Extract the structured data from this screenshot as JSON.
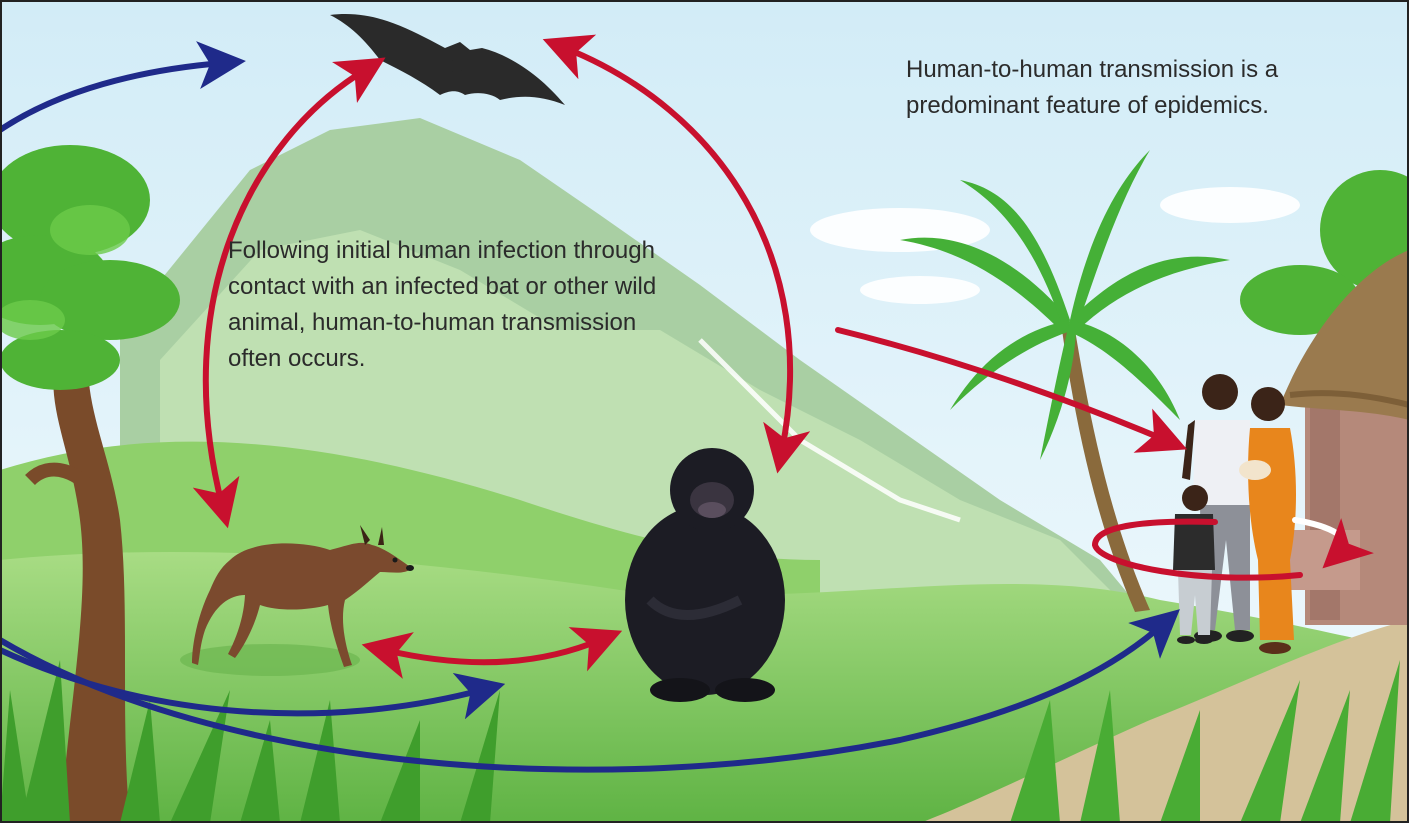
{
  "captions": {
    "initial_infection": [
      "Following initial human infection through",
      "contact with an infected bat or other wild",
      "animal, human-to-human transmission",
      "often occurs."
    ],
    "human_to_human": [
      "Human-to-human transmission is a",
      "predominant feature of epidemics."
    ]
  },
  "colors": {
    "animal_transmission_arrow": "#c8102e",
    "human_transmission_arrow": "#1f2a8a",
    "sky": "#e3f3fa",
    "ground": "#7cc65a"
  },
  "icons": [
    "bat-icon",
    "duiker-icon",
    "chimpanzee-icon",
    "human-family-icon",
    "palm-tree-icon",
    "hut-icon"
  ]
}
